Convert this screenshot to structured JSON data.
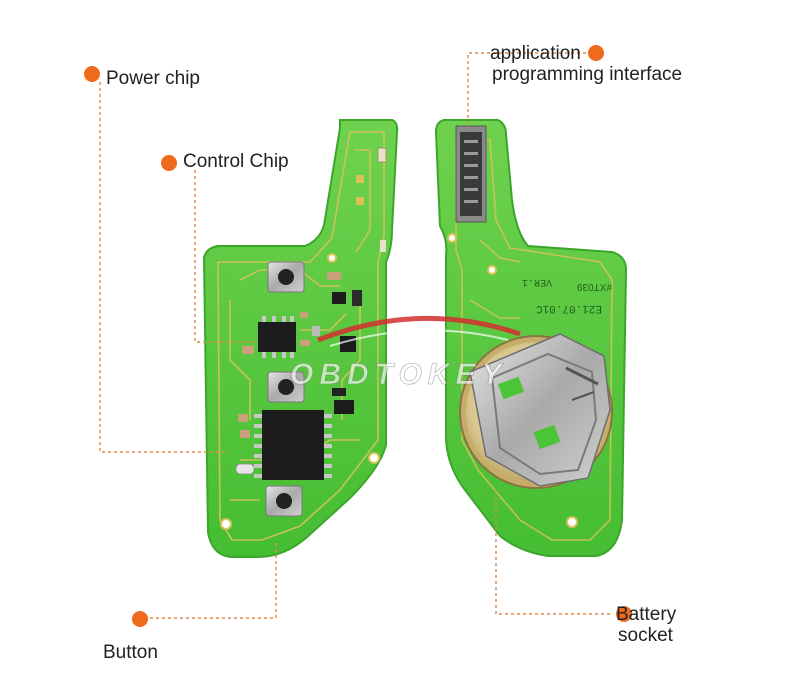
{
  "labels": {
    "power_chip": "Power chip",
    "control_chip": "Control Chip",
    "button": "Button",
    "api_line1": "application",
    "api_line2": "programming interface",
    "battery_line1": "Battery",
    "battery_line2": "socket"
  },
  "board_markings": {
    "model": "#XT039",
    "version": "VER.1",
    "date": "E21.07.01C",
    "watermark": "OBDTOKEY"
  },
  "icons": [
    "callout-dot-icon",
    "tactile-button-icon",
    "ic-chip-icon",
    "coin-cell-socket-icon",
    "watermark-logo-icon"
  ],
  "colors": {
    "pcb_green": "#4cc438",
    "pcb_green_light": "#7fd95f",
    "pcb_edge": "#3aa62a",
    "trace": "#d9c25a",
    "callout_dot": "#ef6a1a",
    "callout_line": "#e08a4a",
    "chip_black": "#1c1c1c",
    "metal": "#b8b8b8",
    "watermark_red": "#d32f2f",
    "label_text": "#222222"
  }
}
